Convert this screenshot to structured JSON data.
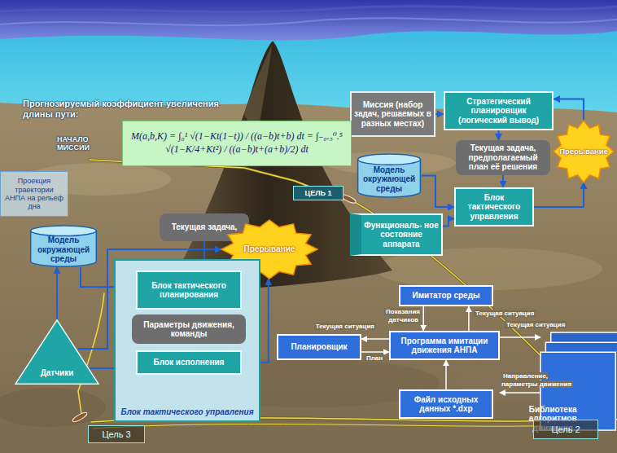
{
  "diagram": {
    "nodes": [
      {
        "text": [
          "Миссия (набор задач, решаемых в разных местах)"
        ]
      },
      {
        "text": [
          "Стратегический планировщик (логический вывод)"
        ]
      },
      {
        "text": [
          "M(a,b,K) = ∫₀¹ √(1−Kt(1−t)) / ((a−b)t+b) dt = ∫₋₀.₅⁰.⁵ √(1−K/4+Kt²) / ((a−b)t+(a+b)/2) dt"
        ]
      },
      {
        "text": [
          "Текущая задача, предполагаемый план её решения"
        ]
      },
      {
        "text": [
          "Прерывание"
        ]
      },
      {
        "text": [
          "Модель окружающей среды"
        ]
      },
      {
        "text": [
          "Проекция траектории АНПА на рельеф дна"
        ]
      },
      {
        "text": [
          "ЦЕЛЬ 1"
        ]
      },
      {
        "text": [
          "Блок тактического управления"
        ]
      },
      {
        "text": [
          "Функциональ- ное состояние аппарата"
        ]
      },
      {
        "text": [
          "Текущая задача,"
        ]
      },
      {
        "text": [
          "Прерывание"
        ]
      },
      {
        "text": [
          "Модель окружающей среды"
        ]
      },
      {
        "text": [
          "Блок тактического управления"
        ]
      },
      {
        "text": [
          "Блок тактического планирования"
        ],
        "in": 13
      },
      {
        "text": [
          "Параметры движения, команды"
        ],
        "in": 13
      },
      {
        "text": [
          "Блок исполнения"
        ],
        "in": 13
      },
      {
        "text": [
          "Имитатор среды"
        ]
      },
      {
        "text": [
          "Датчики"
        ]
      },
      {
        "text": [
          "Планировщик"
        ]
      },
      {
        "text": [
          "Программа имитации движения АНПА"
        ]
      },
      {
        "text": [
          "Библиотека алгоритмов движения"
        ]
      },
      {
        "text": [
          "Файл исходных данных *.dxp"
        ]
      },
      {
        "text": [
          "Цель 3"
        ]
      },
      {
        "text": [
          "Цель 2"
        ]
      }
    ],
    "edges": [
      {
        "from": 0,
        "to": 1,
        "arrow": "to"
      },
      {
        "from": 1,
        "to": 3,
        "arrow": "to"
      },
      {
        "from": 3,
        "to": 8,
        "arrow": "to"
      },
      {
        "from": 5,
        "to": 8,
        "arrow": "to"
      },
      {
        "from": 9,
        "to": 8,
        "arrow": "to"
      },
      {
        "from": 8,
        "to": 4,
        "arrow": "to"
      },
      {
        "from": 4,
        "to": 1,
        "arrow": "to"
      },
      {
        "from": 12,
        "to": 14,
        "arrow": "to"
      },
      {
        "from": 10,
        "to": 14,
        "arrow": "to"
      },
      {
        "from": 14,
        "to": 15,
        "arrow": "to"
      },
      {
        "from": 15,
        "to": 16,
        "arrow": "to"
      },
      {
        "from": 16,
        "to": 11,
        "arrow": "to"
      },
      {
        "from": 18,
        "to": 12,
        "arrow": "to"
      },
      {
        "from": 18,
        "to": 16,
        "arrow": "to"
      },
      {
        "from": 18,
        "to": 11,
        "arrow": "to"
      },
      {
        "from": 20,
        "to": 17,
        "label": "Текущая ситуация",
        "arrow": "to"
      },
      {
        "from": 17,
        "to": 20,
        "label": "Показания датчиков",
        "arrow": "to"
      },
      {
        "from": 20,
        "to": 19,
        "label": "Текущая ситуация",
        "arrow": "to"
      },
      {
        "from": 19,
        "to": 20,
        "label": "План",
        "arrow": "to"
      },
      {
        "from": 20,
        "to": 21,
        "label": "Текущая ситуация",
        "arrow": "to"
      },
      {
        "from": 21,
        "to": 20,
        "label": "Направление, параметры движения",
        "arrow": "to"
      },
      {
        "from": 22,
        "to": 20,
        "arrow": "to"
      }
    ],
    "labels": [
      "Прогнозируемый коэффициент увеличения длины пути:",
      "НАЧАЛО МИССИИ"
    ]
  }
}
